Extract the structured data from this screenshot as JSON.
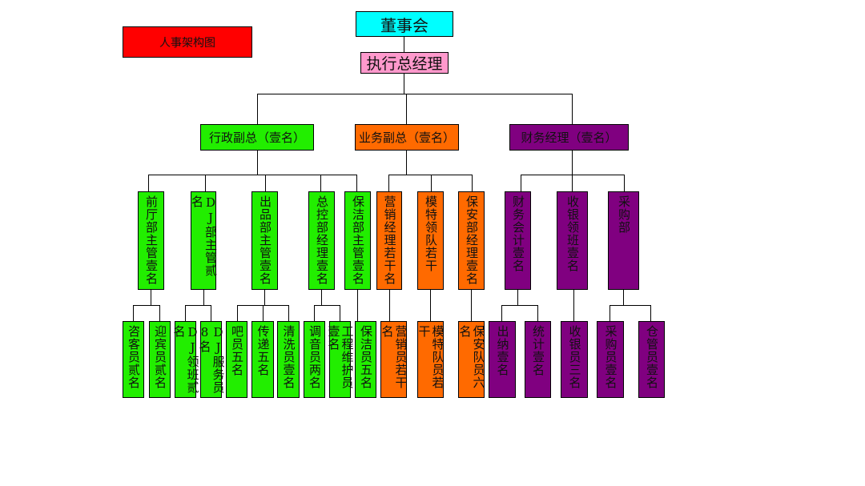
{
  "legend": "人事架构图",
  "board": "董事会",
  "ceo": "执行总经理",
  "deputies": [
    "行政副总（壹名）",
    "业务副总（壹名）",
    "财务经理（壹名）"
  ],
  "departments": [
    "前厅部主管壹名",
    "DJ部主管贰名",
    "出品部主管壹名",
    "总控部经理壹名",
    "保洁部主管壹名",
    "营销经理若干名",
    "模特领队若干",
    "保安部经理壹名",
    "财务会计壹名",
    "收银领班壹名",
    "采购部"
  ],
  "staff": [
    "咨客员贰名",
    "迎宾员贰名",
    "DJ领班贰名",
    "DJ服务员8名",
    "吧员五名",
    "传递五名",
    "清洗员壹名",
    "调音员两名",
    "工程维护员壹名",
    "保洁员五名",
    "营销员若干名",
    "模特队员若干",
    "保安队员六名",
    "出纳壹名",
    "统计壹名",
    "收银员三名",
    "采购员壹名",
    "仓管员壹名"
  ],
  "colors": {
    "admin": "#22ee00",
    "business": "#ff6a00",
    "finance": "#800080",
    "board": "#00ffff",
    "ceo": "#ff99cc",
    "legend": "#ff0000"
  }
}
